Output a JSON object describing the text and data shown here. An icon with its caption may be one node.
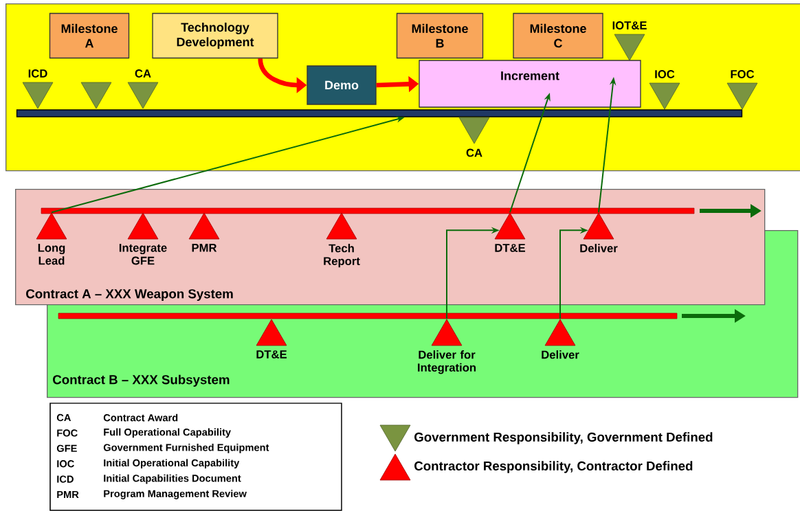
{
  "diagram": {
    "nodes": [
      {
        "text": [],
        "shape": "box"
      },
      {
        "text": [
          "Milestone A"
        ],
        "in": 0
      },
      {
        "text": [
          "Technology Development"
        ],
        "in": 0
      },
      {
        "text": [
          "Milestone B"
        ],
        "in": 0
      },
      {
        "text": [
          "Milestone C"
        ],
        "in": 0
      },
      {
        "text": [
          "IOT&E"
        ],
        "in": 0
      },
      {
        "text": [
          "ICD"
        ],
        "in": 0
      },
      {
        "text": [],
        "shape": "triangle",
        "in": 0
      },
      {
        "text": [
          "CA"
        ],
        "in": 0
      },
      {
        "text": [
          "Demo"
        ],
        "in": 0
      },
      {
        "text": [
          "Increment"
        ],
        "in": 0
      },
      {
        "text": [
          "IOC"
        ],
        "in": 0
      },
      {
        "text": [
          "FOC"
        ],
        "in": 0
      },
      {
        "text": [],
        "shape": "bar",
        "in": 0
      },
      {
        "text": [
          "CA"
        ],
        "in": 0
      },
      {
        "text": [
          "Contract A – XXX Weapon System"
        ]
      },
      {
        "text": [
          "Long Lead"
        ],
        "in": 15
      },
      {
        "text": [
          "Integrate GFE"
        ],
        "in": 15
      },
      {
        "text": [
          "PMR"
        ],
        "in": 15
      },
      {
        "text": [
          "Tech Report"
        ],
        "in": 15
      },
      {
        "text": [
          "DT&E"
        ],
        "in": 15
      },
      {
        "text": [
          "Deliver"
        ],
        "in": 15
      },
      {
        "text": [
          "Contract B – XXX Subsystem"
        ]
      },
      {
        "text": [
          "DT&E"
        ],
        "in": 22
      },
      {
        "text": [
          "Deliver for Integration"
        ],
        "in": 22
      },
      {
        "text": [
          "Deliver"
        ],
        "in": 22
      }
    ],
    "edges": [
      {
        "from": 2,
        "to": 9,
        "arrow": "to",
        "style": "thick",
        "color": "#ff0000"
      },
      {
        "from": 9,
        "to": 10,
        "arrow": "to",
        "style": "thick",
        "color": "#ff0000"
      },
      {
        "from": 16,
        "to": 13,
        "arrow": "to"
      },
      {
        "from": 20,
        "to": 10,
        "arrow": "to"
      },
      {
        "from": 21,
        "to": 10,
        "arrow": "to"
      },
      {
        "from": 24,
        "to": 20,
        "arrow": "to"
      },
      {
        "from": 25,
        "to": 21,
        "arrow": "to"
      }
    ],
    "labels": [
      "CA",
      "Contract Award",
      "FOC",
      "Full Operational Capability",
      "GFE",
      "Government Furnished Equipment",
      "IOC",
      "Initial Operational Capability",
      "ICD",
      "Initial Capabilities Document",
      "PMR",
      "Program Management Review"
    ],
    "legend": [
      {
        "text": "Government Responsibility, Government Defined"
      },
      {
        "text": "Contractor Responsibility, Contractor Defined"
      }
    ]
  }
}
